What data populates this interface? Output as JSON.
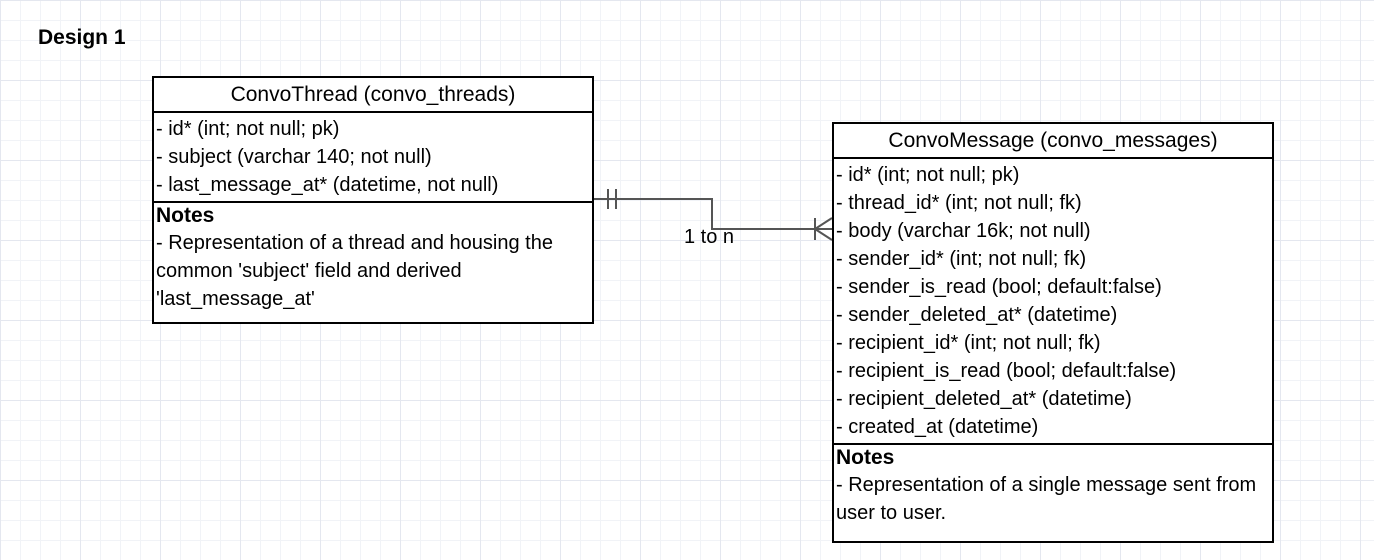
{
  "title": "Design 1",
  "entities": [
    {
      "name": "ConvoThread (convo_threads)",
      "fields": [
        "- id* (int; not null; pk)",
        "- subject (varchar 140; not null)",
        "- last_message_at* (datetime, not null)"
      ],
      "notes_heading": "Notes",
      "notes": "- Representation of a thread and housing the common 'subject' field and derived 'last_message_at'"
    },
    {
      "name": "ConvoMessage (convo_messages)",
      "fields": [
        "- id* (int; not null; pk)",
        "- thread_id* (int; not null; fk)",
        "- body (varchar 16k; not null)",
        "- sender_id* (int; not null; fk)",
        "- sender_is_read (bool; default:false)",
        "- sender_deleted_at* (datetime)",
        "- recipient_id* (int; not null; fk)",
        "- recipient_is_read (bool; default:false)",
        "- recipient_deleted_at* (datetime)",
        "- created_at (datetime)"
      ],
      "notes_heading": "Notes",
      "notes": "- Representation of a single message sent from user to user."
    }
  ],
  "relationship": {
    "label": "1 to n",
    "from_cardinality": "one",
    "to_cardinality": "many"
  }
}
